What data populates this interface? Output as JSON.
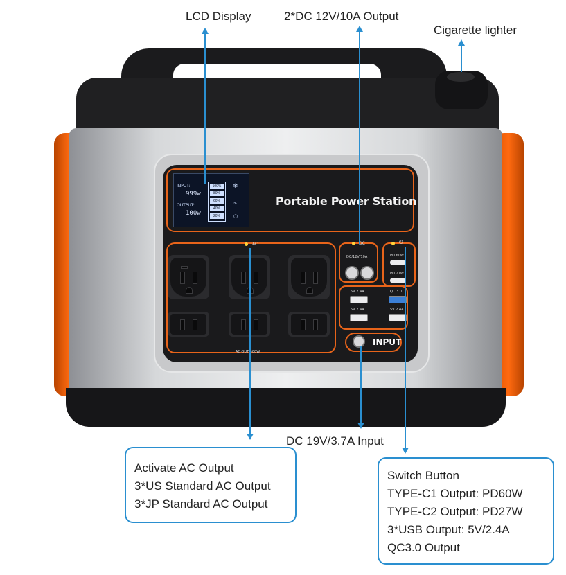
{
  "callouts": {
    "lcd_display": "LCD Display",
    "dc_output": "2*DC 12V/10A Output",
    "cigarette_lighter": "Cigarette lighter",
    "dc_input": "DC 19V/3.7A Input"
  },
  "ac_box": {
    "lines": [
      "Activate AC Output",
      "3*US Standard AC Output",
      "3*JP Standard AC Output"
    ]
  },
  "switch_box": {
    "lines": [
      "Switch Button",
      "TYPE-C1 Output: PD60W",
      "TYPE-C2 Output: PD27W",
      "3*USB Output: 5V/2.4A",
      "QC3.0 Output"
    ]
  },
  "device": {
    "title": "Portable Power Station",
    "lcd_input_label": "INPUT:",
    "lcd_input_value": "999w",
    "lcd_output_label": "OUTPUT:",
    "lcd_output_value": "100w",
    "battery_levels": [
      "100%",
      "80%",
      "60%",
      "40%",
      "20%"
    ],
    "ac_label": "AC",
    "ac_out_label": "AC OUT 500W",
    "dc_label": "DC",
    "dc_port_label": "DC/12V/10A",
    "usb_a1": "5V 2.4A",
    "usb_a2": "5V 2.4A",
    "pd60": "PD 60W",
    "pd27": "PD 27W",
    "qc": "QC 3.0",
    "usb_a3": "5V 2.4A",
    "input_label": "INPUT"
  },
  "colors": {
    "accent_line": "#2a8fd0",
    "orange": "#ff6a10",
    "panel": "#1a1a1c"
  }
}
